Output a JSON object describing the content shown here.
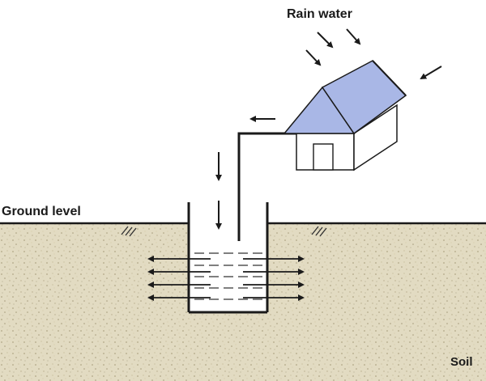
{
  "labels": {
    "rain_water": "Rain water",
    "ground_level": "Ground level",
    "soil": "Soil"
  },
  "colors": {
    "roof": "#a9b7e6",
    "soil_base": "#e7e1c9",
    "soil_speck": "#9a8f6e",
    "line": "#1a1a1a"
  },
  "icons": {
    "rain_arrows": "arrow-down-right-icon",
    "flow_arrows": "arrow-icon"
  }
}
